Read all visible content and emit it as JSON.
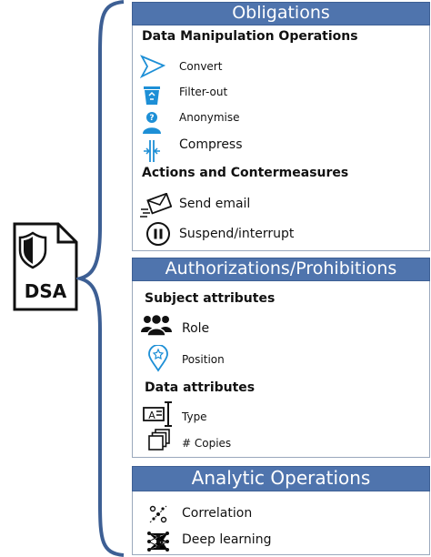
{
  "doc_label": "DSA",
  "obligations": {
    "title": "Obligations",
    "sections": [
      {
        "heading": "Data Manipulation Operations",
        "items": [
          {
            "label": "Convert",
            "icon": "funnel-icon"
          },
          {
            "label": "Filter-out",
            "icon": "recycle-bin-icon"
          },
          {
            "label": "Anonymise",
            "icon": "anonymous-user-icon"
          },
          {
            "label": "Compress",
            "icon": "compress-icon"
          }
        ]
      },
      {
        "heading": "Actions and Contermeasures",
        "items": [
          {
            "label": "Send email",
            "icon": "send-email-icon"
          },
          {
            "label": "Suspend/interrupt",
            "icon": "pause-icon"
          }
        ]
      }
    ]
  },
  "authorizations": {
    "title": "Authorizations/Prohibitions",
    "sections": [
      {
        "heading": "Subject attributes",
        "items": [
          {
            "label": "Role",
            "icon": "group-users-icon"
          },
          {
            "label": "Position",
            "icon": "location-pin-icon"
          }
        ]
      },
      {
        "heading": "Data attributes",
        "items": [
          {
            "label": "Type",
            "icon": "text-type-icon"
          },
          {
            "label": "# Copies",
            "icon": "copies-icon"
          }
        ]
      }
    ]
  },
  "analytics": {
    "title": "Analytic Operations",
    "items": [
      {
        "label": "Correlation",
        "icon": "correlation-icon"
      },
      {
        "label": "Deep learning",
        "icon": "neural-network-icon"
      }
    ]
  },
  "colors": {
    "header_bg": "#4f74ad",
    "brace": "#3d5f94",
    "icon_blue": "#1d8fd6"
  }
}
